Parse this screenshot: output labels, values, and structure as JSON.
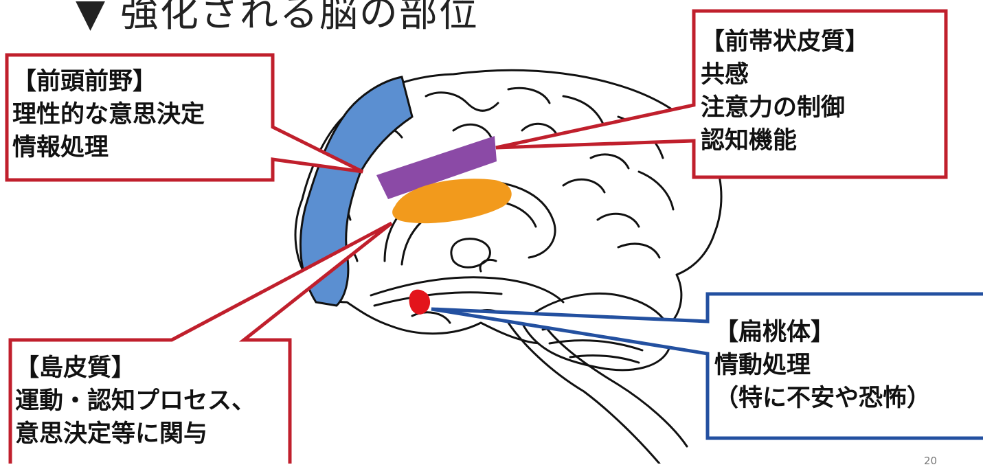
{
  "title": "▼ 強化される脳の部位",
  "page_number": "20",
  "colors": {
    "prefrontal": "#5b8fd1",
    "anterior_cingulate": "#8b4aa6",
    "insula": "#f29a1c",
    "amygdala": "#e3141b",
    "callout_red": "#c01f2c",
    "callout_blue": "#2350a0"
  },
  "callouts": {
    "prefrontal": {
      "heading": "【前頭前野】",
      "lines": [
        "理性的な意思決定",
        "情報処理"
      ]
    },
    "anterior_cingulate": {
      "heading": "【前帯状皮質】",
      "lines": [
        "共感",
        "注意力の制御",
        "認知機能"
      ]
    },
    "insula": {
      "heading": "【島皮質】",
      "lines": [
        "運動・認知プロセス、",
        "意思決定等に関与"
      ]
    },
    "amygdala": {
      "heading": "【扁桃体】",
      "lines": [
        "情動処理",
        "（特に不安や恐怖）"
      ]
    }
  }
}
